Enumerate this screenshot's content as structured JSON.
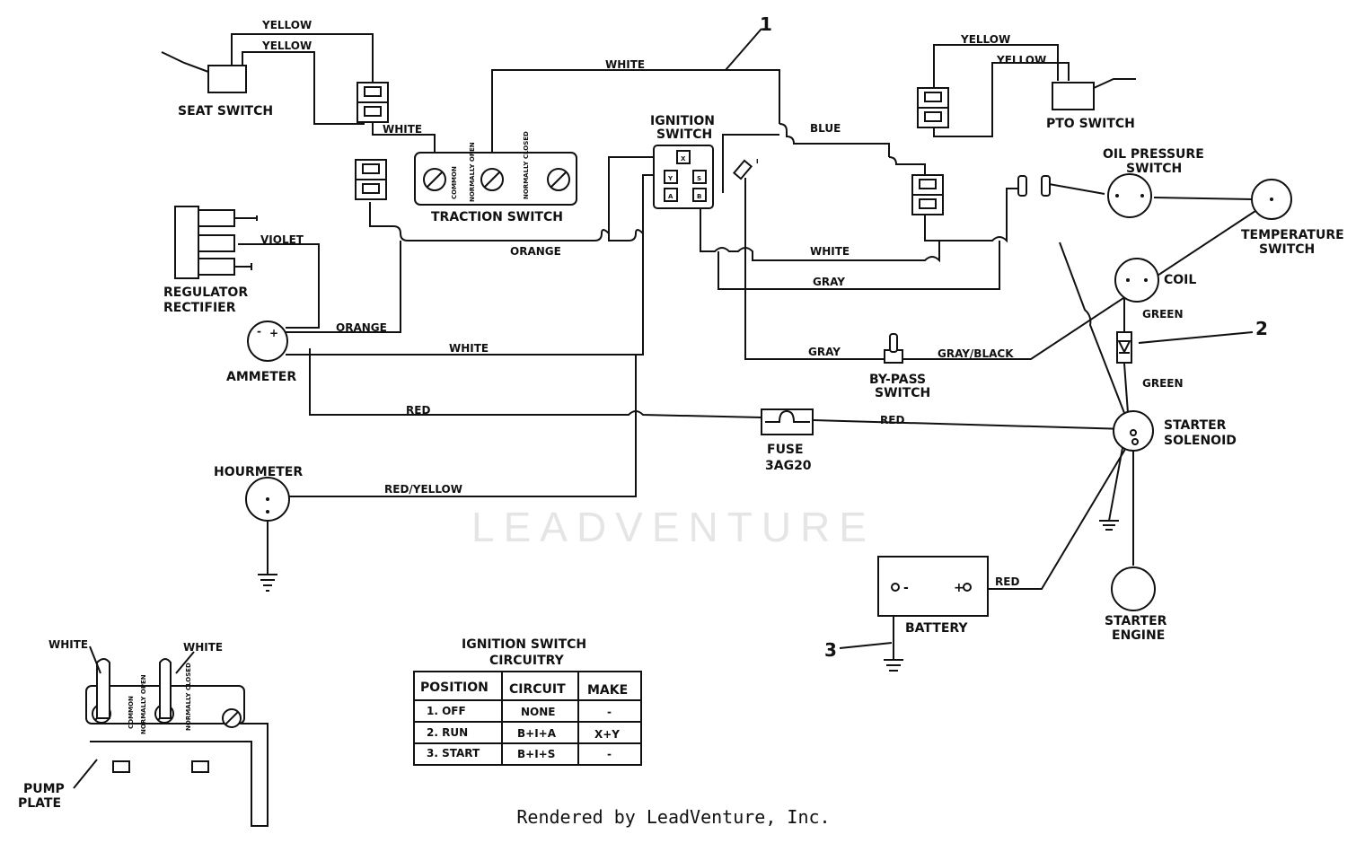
{
  "reference_number_labels": [
    "1",
    "2",
    "3"
  ],
  "components": {
    "seat_switch": "SEAT SWITCH",
    "pto_switch": "PTO SWITCH",
    "ignition_switch": "IGNITION\nSWITCH",
    "traction_switch": "TRACTION SWITCH",
    "regulator_rectifier": "REGULATOR\nRECTIFIER",
    "ammeter": "AMMETER",
    "oil_pressure_switch": "OIL PRESSURE\nSWITCH",
    "temperature_switch": "TEMPERATURE\nSWITCH",
    "coil": "COIL",
    "bypass_switch": "BY-PASS\nSWITCH",
    "starter_solenoid": "STARTER\nSOLENOID",
    "fuse": "FUSE\n3AG20",
    "hourmeter": "HOURMETER",
    "battery": "BATTERY",
    "starter_engine": "STARTER\nENGINE",
    "pump_plate": "PUMP\nPLATE"
  },
  "wire_labels": {
    "yellow_1": "YELLOW",
    "yellow_2": "YELLOW",
    "yellow_3": "YELLOW",
    "yellow_4": "YELLOW",
    "white_top": "WHITE",
    "white_traction": "WHITE",
    "blue": "BLUE",
    "violet": "VIOLET",
    "orange_1": "ORANGE",
    "orange_2": "ORANGE",
    "white_mid": "WHITE",
    "white_ammeter": "WHITE",
    "gray_1": "GRAY",
    "gray_2": "GRAY",
    "gray_black": "GRAY/BLACK",
    "red_1": "RED",
    "red_2": "RED",
    "red_battery": "RED",
    "red_yellow": "RED/YELLOW",
    "green_1": "GREEN",
    "green_2": "GREEN",
    "white_pump_1": "WHITE",
    "white_pump_2": "WHITE"
  },
  "switch_markings": {
    "common": "COMMON",
    "normally_open": "NORMALLY OPEN",
    "normally_closed": "NORMALLY CLOSED",
    "ignition_terminals": [
      "X",
      "Y",
      "S",
      "A",
      "B"
    ],
    "ignition_i": "I",
    "ammeter_minus": "-",
    "ammeter_plus": "+",
    "battery_minus": "-",
    "battery_plus": "+"
  },
  "ignition_table": {
    "title": "IGNITION SWITCH\nCIRCUITRY",
    "headers": [
      "POSITION",
      "CIRCUIT",
      "MAKE"
    ],
    "rows": [
      [
        "1.  OFF",
        "NONE",
        "-"
      ],
      [
        "2.  RUN",
        "B+I+A",
        "X+Y"
      ],
      [
        "3.  START",
        "B+I+S",
        "-"
      ]
    ]
  },
  "watermark": "LEADVENTURE",
  "footer": "Rendered by LeadVenture, Inc."
}
